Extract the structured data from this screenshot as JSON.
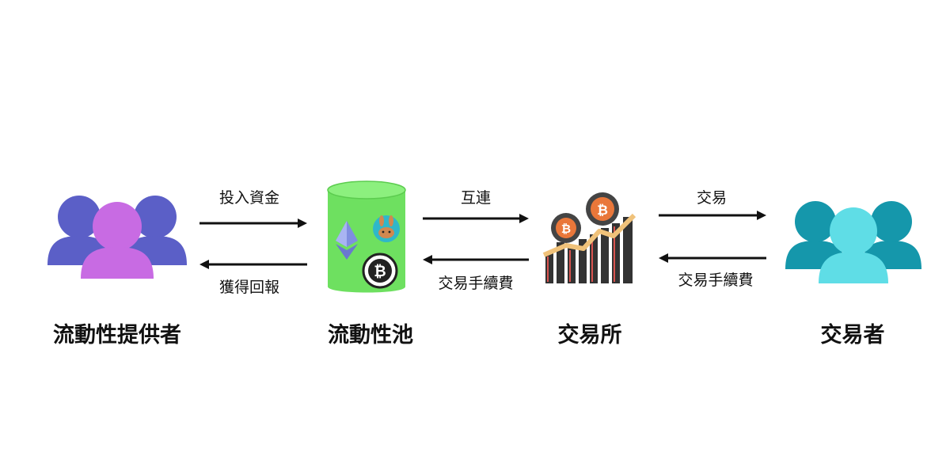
{
  "nodes": {
    "providers": {
      "label": "流動性提供者"
    },
    "pool": {
      "label": "流動性池"
    },
    "exchange": {
      "label": "交易所"
    },
    "traders": {
      "label": "交易者"
    }
  },
  "edges": {
    "providers_to_pool": "投入資金",
    "pool_to_providers": "獲得回報",
    "pool_to_exchange": "互連",
    "exchange_to_pool": "交易手續費",
    "exchange_to_traders": "交易",
    "traders_to_exchange": "交易手續費"
  },
  "colors": {
    "providers_back": "#5b5fc7",
    "providers_front": "#c86be3",
    "pool_body": "#6ee060",
    "pool_top": "#8cf07e",
    "traders_back": "#1597ab",
    "traders_front": "#5fdde6",
    "arrow": "#111111",
    "coin_orange": "#e9773a",
    "coin_dark": "#333333"
  }
}
